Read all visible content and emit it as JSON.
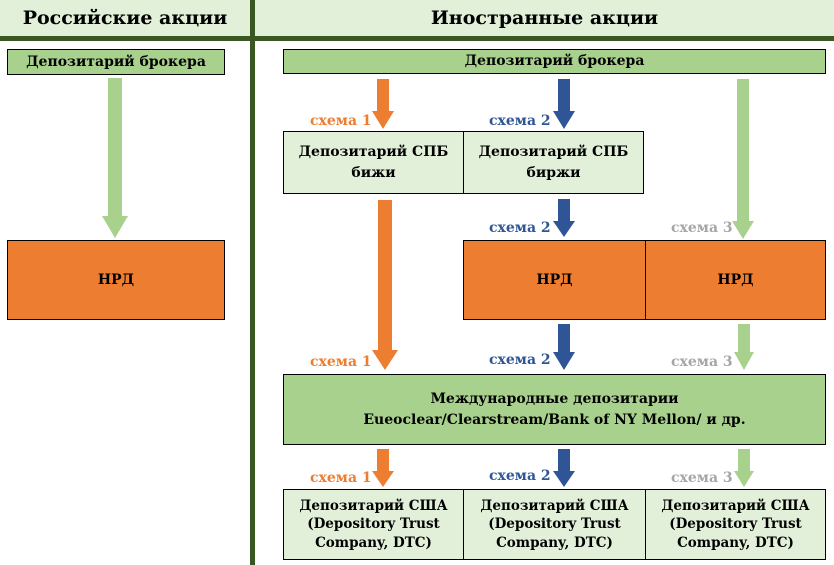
{
  "headers": {
    "russian": "Российские акции",
    "foreign": "Иностранные акции"
  },
  "russian": {
    "broker": "Депозитарий брокера",
    "nrd": "НРД"
  },
  "foreign": {
    "broker": "Депозитарий брокера",
    "spb1": [
      "Депозитарий СПБ",
      "бижи"
    ],
    "spb2": [
      "Депозитарий СПБ",
      "биржи"
    ],
    "nrd2": "НРД",
    "nrd3": "НРД",
    "intl": [
      "Международные депозитарии",
      "Eueoclear/Clearstream/Bank of NY Mellon/ и др."
    ],
    "us_depository": [
      "Депозитарий США",
      "(Depository Trust",
      "Company, DTC)"
    ]
  },
  "schemes": {
    "s1": "схема 1",
    "s2": "схема 2",
    "s3": "схема 3"
  },
  "colors": {
    "scheme1": "#ed7d31",
    "scheme2": "#2f5597",
    "scheme3_arrow": "#a9d18e",
    "scheme3_label": "#a6a6a6",
    "divider": "#385723"
  }
}
